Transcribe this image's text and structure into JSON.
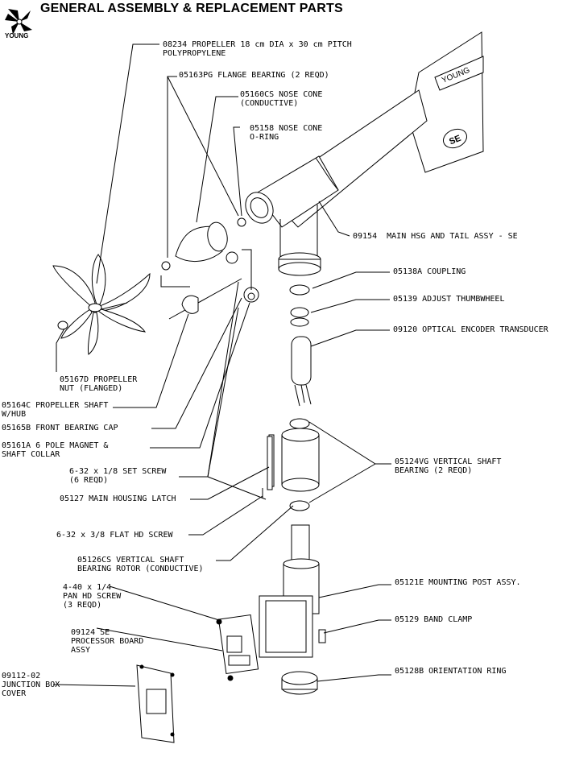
{
  "header": {
    "title": "GENERAL ASSEMBLY & REPLACEMENT PARTS",
    "brand": "YOUNG"
  },
  "vane": {
    "brand": "YOUNG",
    "badge": "SE"
  },
  "parts": [
    {
      "id": "p1",
      "text": "08234 PROPELLER 18 cm DIA x 30 cm PITCH\nPOLYPROPYLENE"
    },
    {
      "id": "p2",
      "text": "05163PG FLANGE BEARING (2 REQD)"
    },
    {
      "id": "p3",
      "text": "05160CS NOSE CONE\n(CONDUCTIVE)"
    },
    {
      "id": "p4",
      "text": "05158 NOSE CONE\nO-RING"
    },
    {
      "id": "p5",
      "text": "09154  MAIN HSG AND TAIL ASSY - SE"
    },
    {
      "id": "p6",
      "text": "05138A COUPLING"
    },
    {
      "id": "p7",
      "text": "05139 ADJUST THUMBWHEEL"
    },
    {
      "id": "p8",
      "text": "09120 OPTICAL ENCODER TRANSDUCER"
    },
    {
      "id": "p9",
      "text": "05167D PROPELLER\nNUT (FLANGED)"
    },
    {
      "id": "p10",
      "text": "05164C PROPELLER SHAFT\nW/HUB"
    },
    {
      "id": "p11",
      "text": "05165B FRONT BEARING CAP"
    },
    {
      "id": "p12",
      "text": "05161A 6 POLE MAGNET &\nSHAFT COLLAR"
    },
    {
      "id": "p13",
      "text": "6-32 x 1/8 SET SCREW\n(6 REQD)"
    },
    {
      "id": "p14",
      "text": "05124VG VERTICAL SHAFT\nBEARING (2 REQD)"
    },
    {
      "id": "p15",
      "text": "05127 MAIN HOUSING LATCH"
    },
    {
      "id": "p16",
      "text": "6-32 x 3/8 FLAT HD SCREW"
    },
    {
      "id": "p17",
      "text": "05126CS VERTICAL SHAFT\nBEARING ROTOR (CONDUCTIVE)"
    },
    {
      "id": "p18",
      "text": "05121E MOUNTING POST ASSY."
    },
    {
      "id": "p19",
      "text": "4-40 x 1/4\nPAN HD SCREW\n(3 REQD)"
    },
    {
      "id": "p20",
      "text": "05129 BAND CLAMP"
    },
    {
      "id": "p21",
      "text": "09124 SE\nPROCESSOR BOARD\nASSY"
    },
    {
      "id": "p22",
      "text": "05128B ORIENTATION RING"
    },
    {
      "id": "p23",
      "text": "09112-02\nJUNCTION BOX\nCOVER"
    }
  ]
}
